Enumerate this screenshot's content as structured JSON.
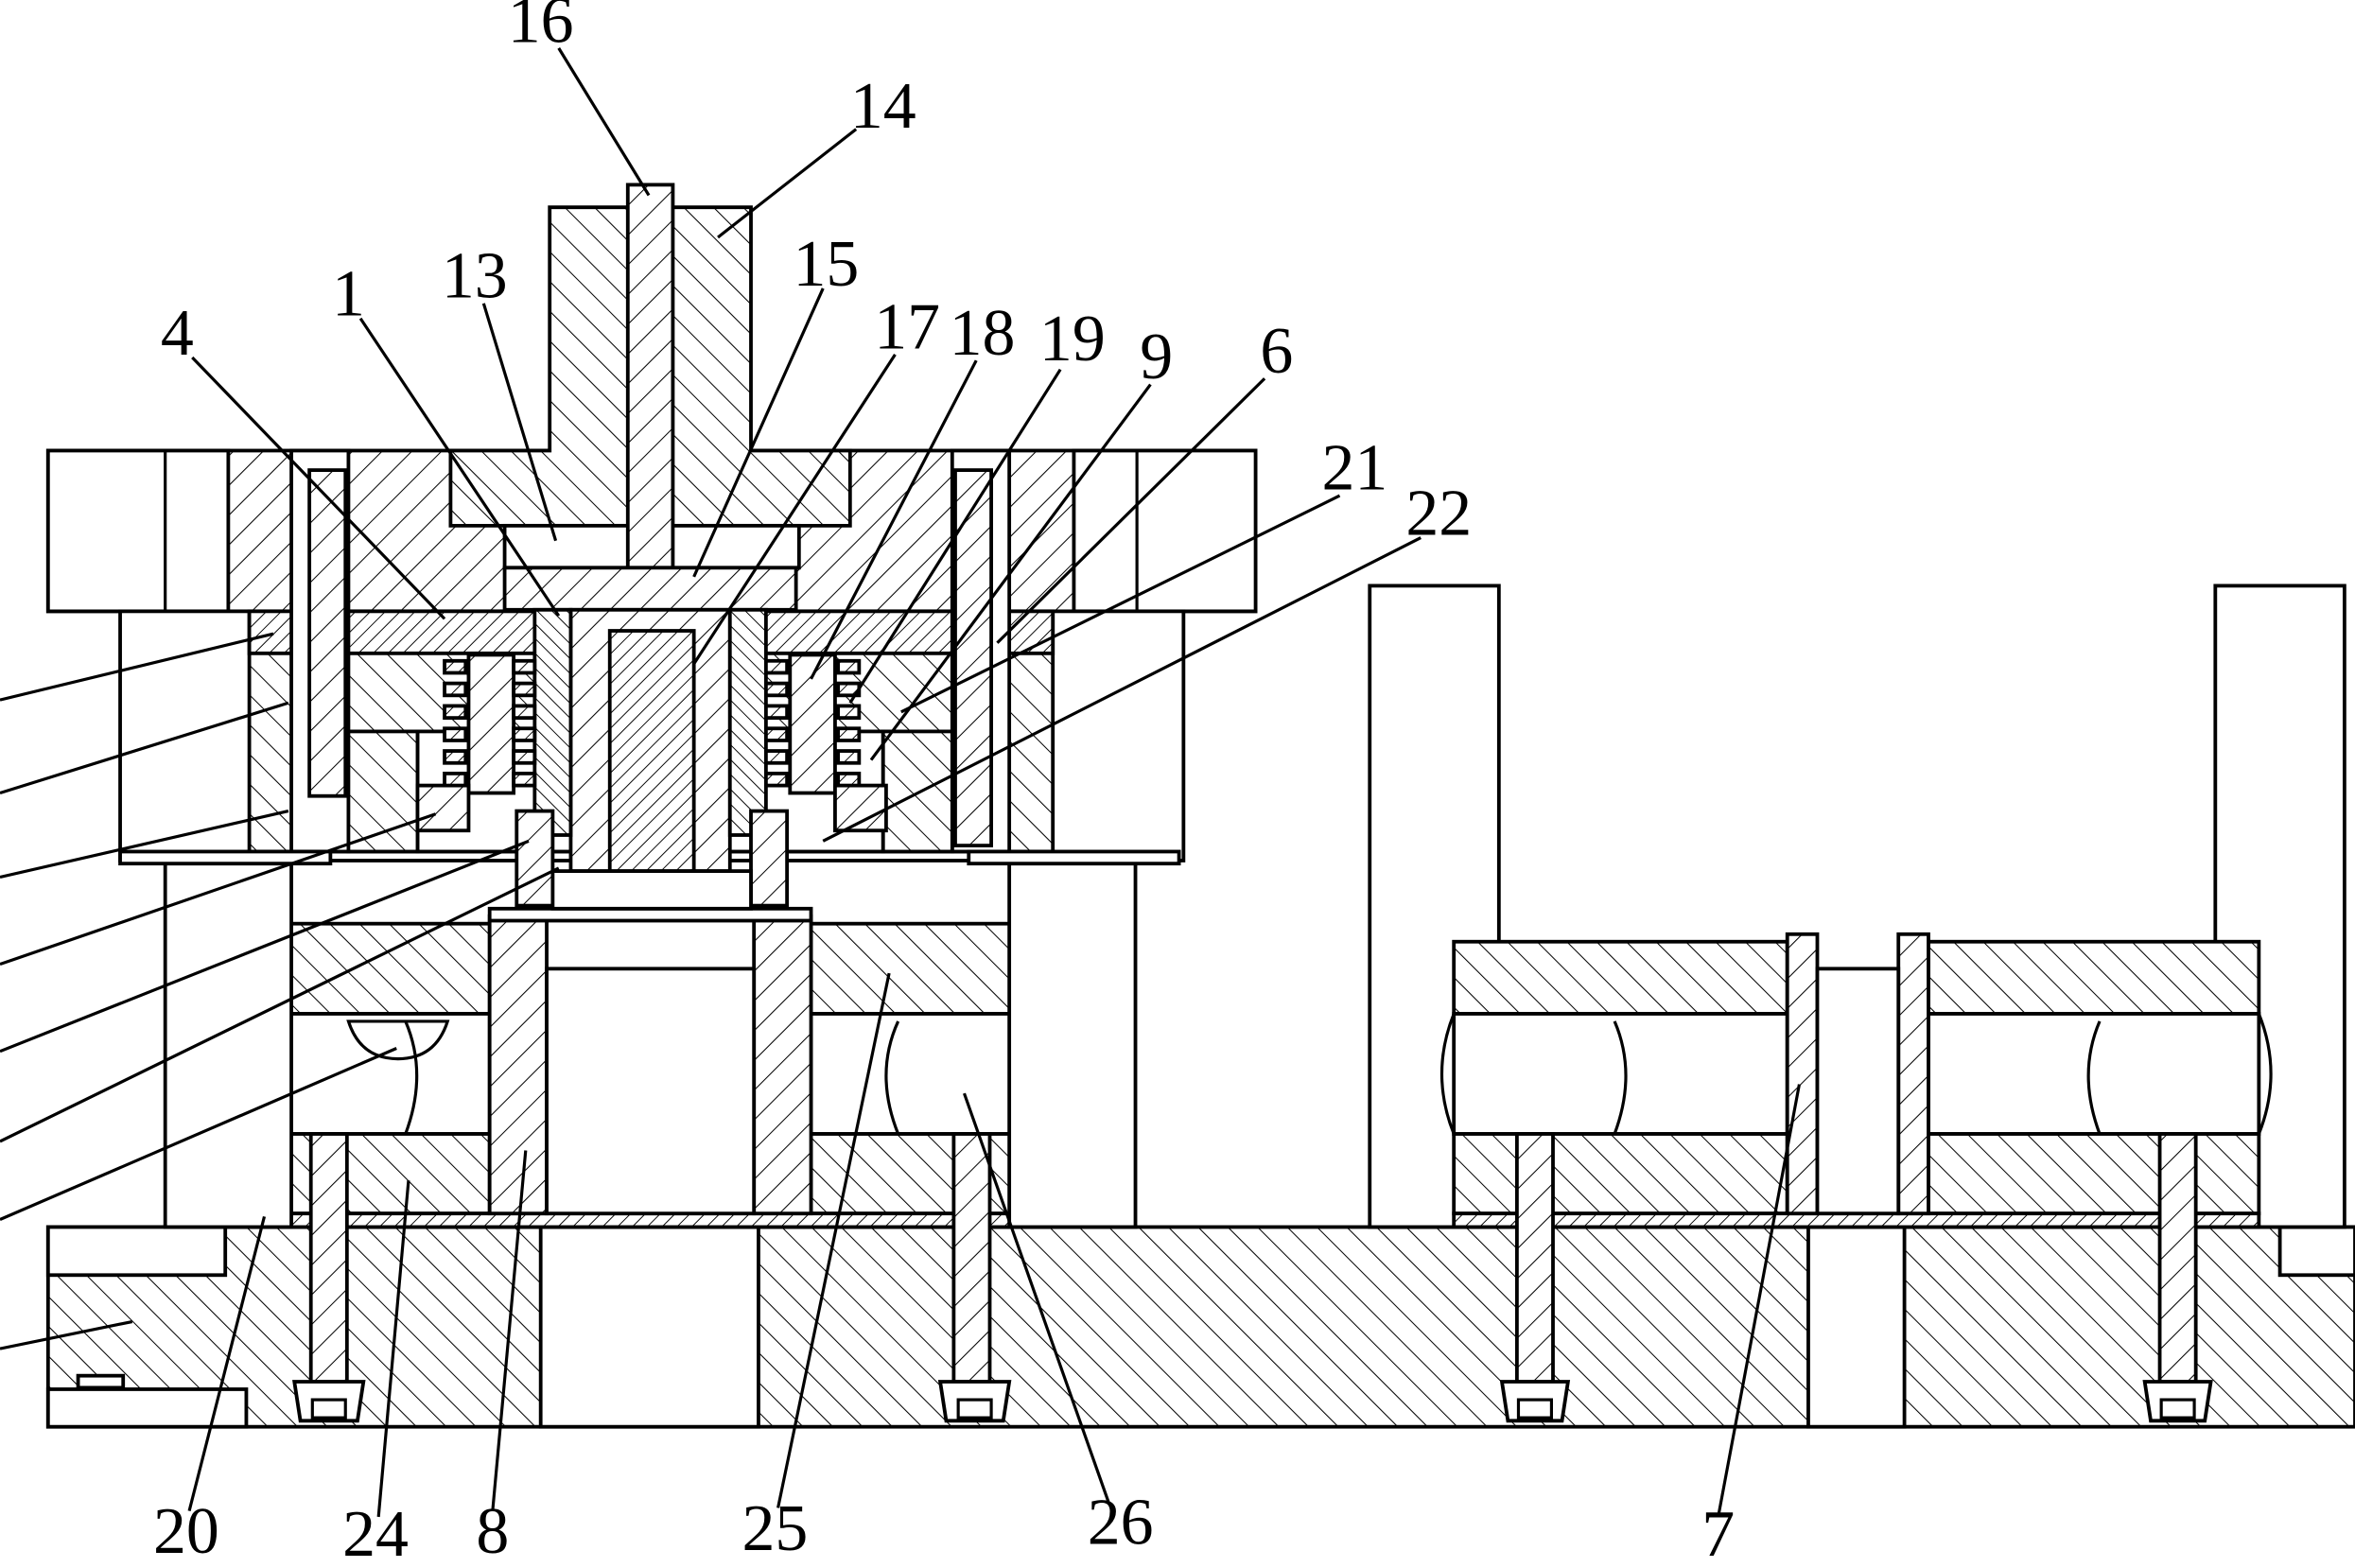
{
  "drawing": {
    "labels_top": [
      "16",
      "14",
      "13",
      "1",
      "4",
      "15",
      "17",
      "18",
      "19",
      "9",
      "6",
      "21",
      "22"
    ],
    "labels_bottom": [
      "20",
      "24",
      "8",
      "25",
      "26",
      "7"
    ]
  }
}
